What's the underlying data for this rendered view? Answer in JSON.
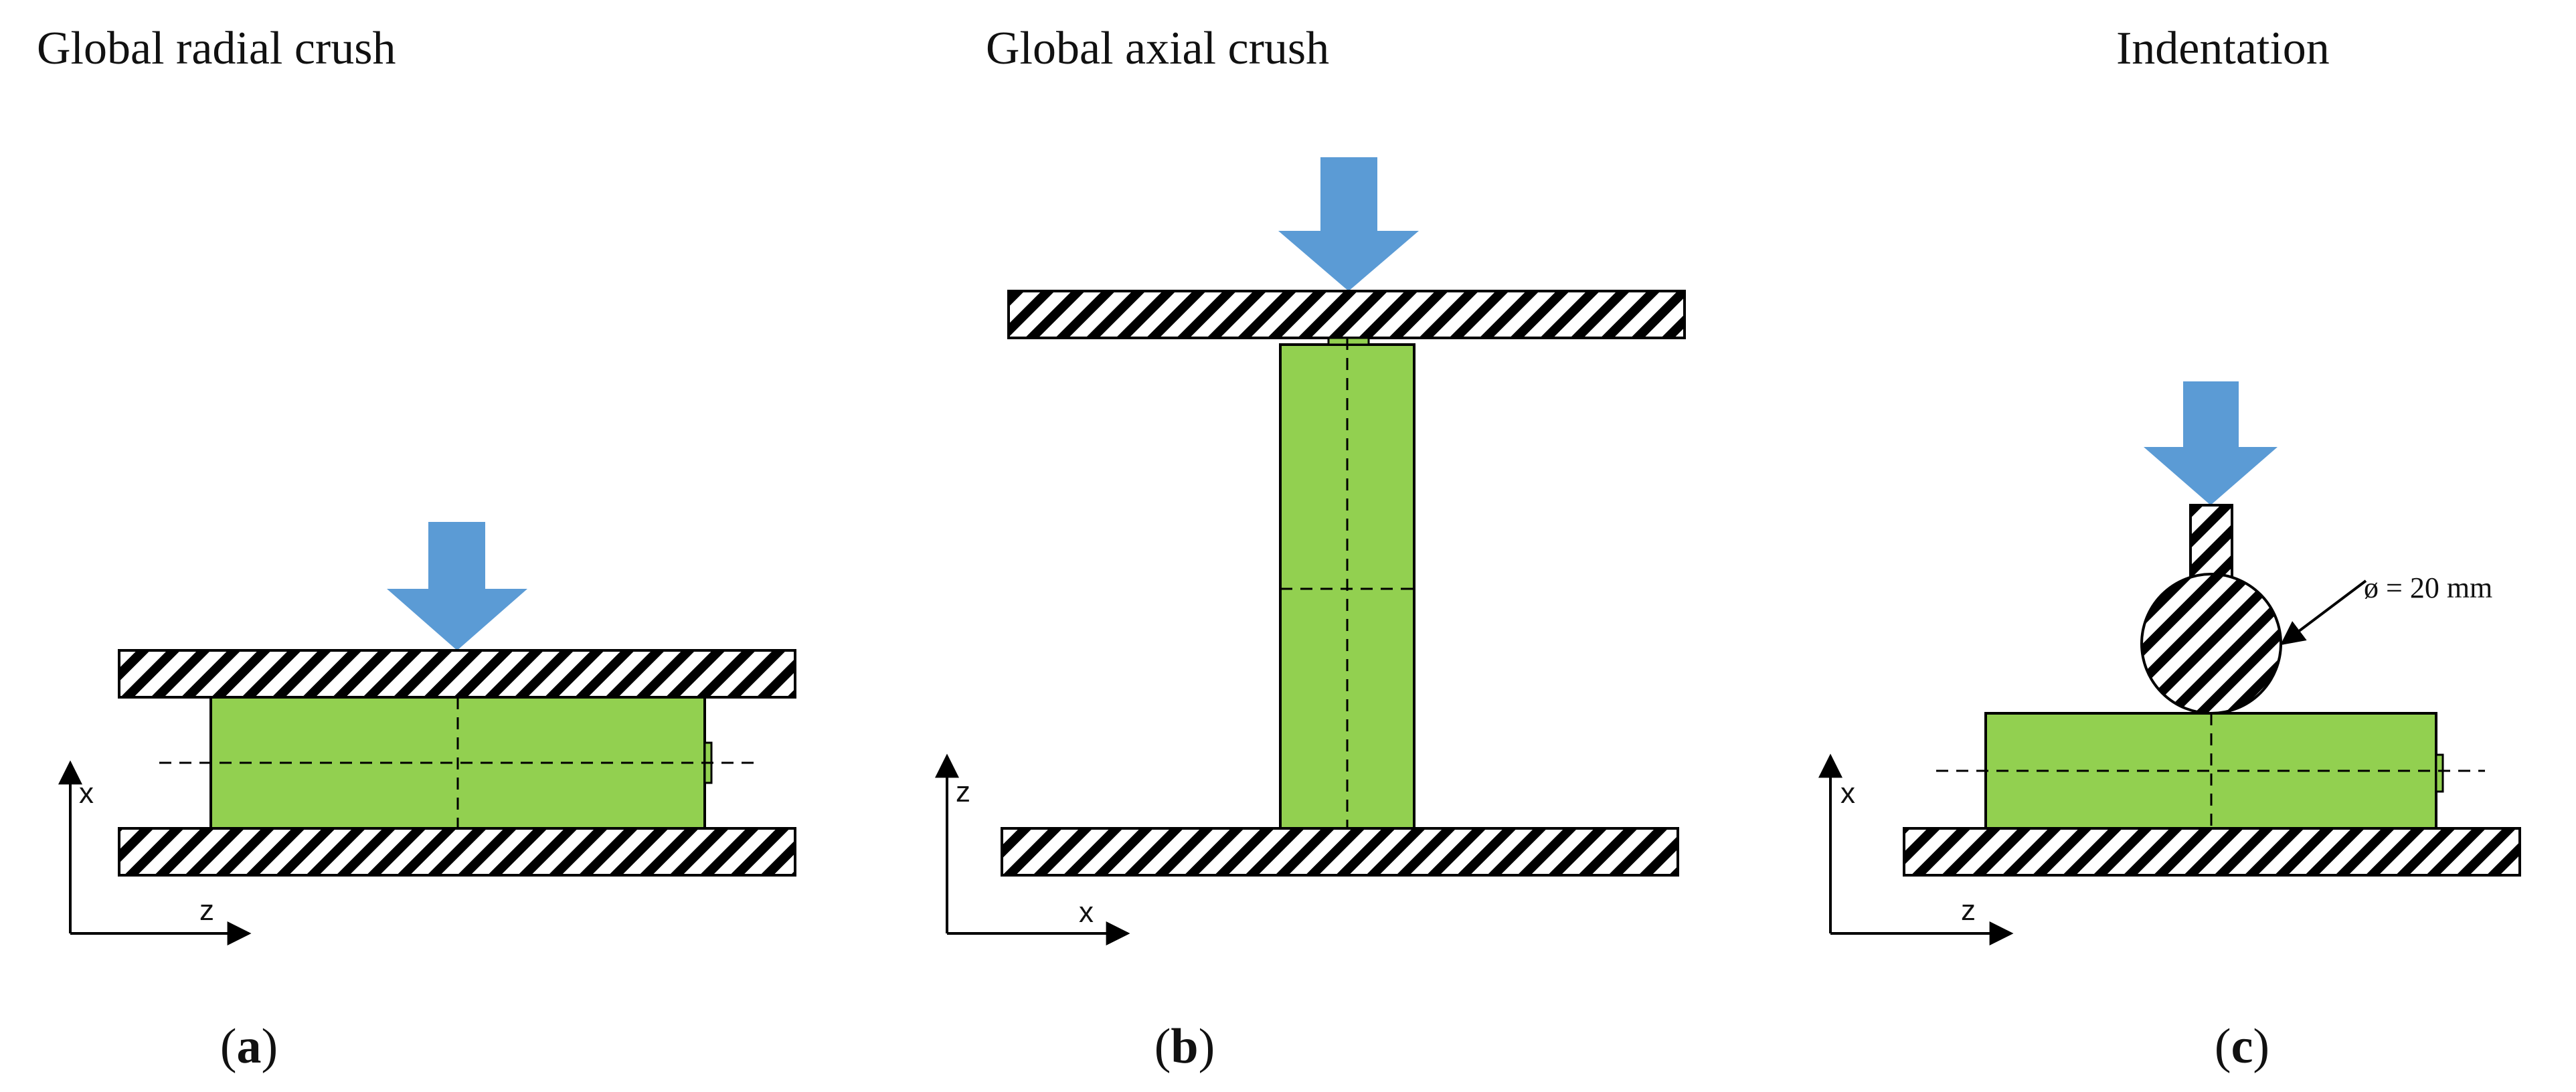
{
  "colors": {
    "specimen_fill": "#92d050",
    "load_arrow": "#5b9bd5",
    "hatch": "#000000",
    "background": "#ffffff"
  },
  "panels": [
    {
      "title": "Global radial crush",
      "caption_bold": "a",
      "axis_vertical": "x",
      "axis_horizontal": "z"
    },
    {
      "title": "Global axial crush",
      "caption_bold": "b",
      "axis_vertical": "z",
      "axis_horizontal": "x"
    },
    {
      "title": "Indentation",
      "caption_bold": "c",
      "axis_vertical": "x",
      "axis_horizontal": "z",
      "indenter_label": "ø = 20 mm"
    }
  ]
}
